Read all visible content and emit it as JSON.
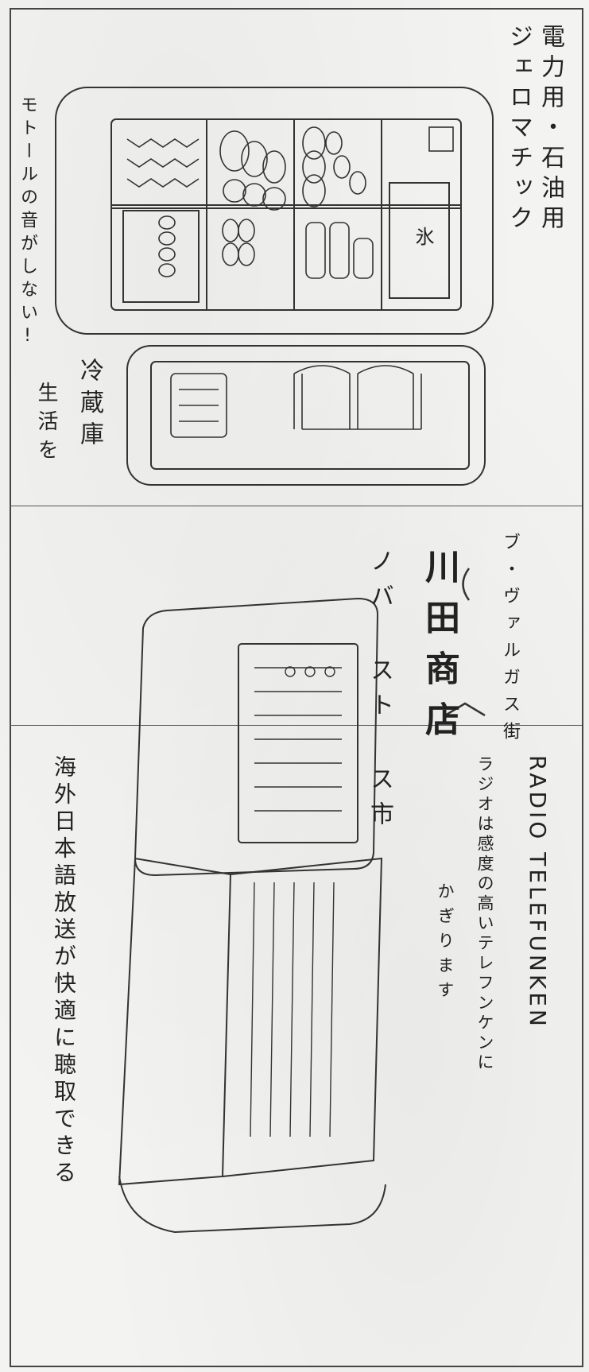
{
  "fridge_ad": {
    "line1": "電力用・石油用",
    "line2": "ジェロマチック",
    "line3": "モトールの音がしない!",
    "ice_label": "氷",
    "tagline1": "冷蔵庫",
    "tagline2": "生活を"
  },
  "store_ad": {
    "location": "ブ・ヴァルガス街",
    "name": "川田商店",
    "suffix": "ノバ スト ス市"
  },
  "radio_ad": {
    "brand": "RADIO TELEFUNKEN",
    "line1": "ラジオは感度の高いテレフンケンに",
    "line2": "かぎります",
    "line3": "海外日本語放送が快適に聴取できる"
  }
}
